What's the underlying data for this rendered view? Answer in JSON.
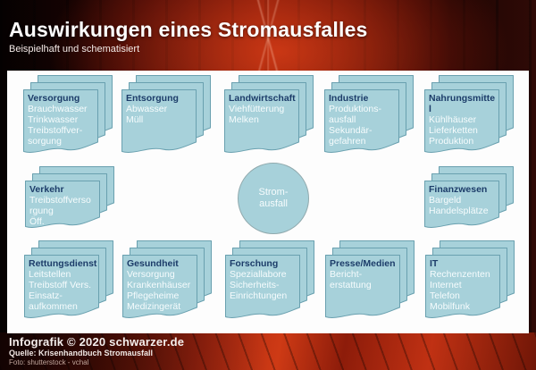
{
  "header": {
    "title": "Auswirkungen eines Stromausfalles",
    "subtitle": "Beispielhaft und schematisiert"
  },
  "center": {
    "line1": "Strom-",
    "line2": "ausfall"
  },
  "cards": [
    {
      "id": "versorgung",
      "title_lines": [
        "Versorgung"
      ],
      "lines": [
        "Brauchwasser",
        "Trinkwasser",
        "Treibstoffver-",
        "sorgung"
      ]
    },
    {
      "id": "entsorgung",
      "title_lines": [
        "Entsorgung"
      ],
      "lines": [
        "Abwasser",
        "Müll"
      ]
    },
    {
      "id": "landwirtschaft",
      "title_lines": [
        "Landwirtschaft"
      ],
      "lines": [
        "Viehfütterung",
        "Melken"
      ]
    },
    {
      "id": "industrie",
      "title_lines": [
        "Industrie"
      ],
      "lines": [
        "Produktions-",
        "ausfall",
        "Sekundär-",
        "gefahren"
      ]
    },
    {
      "id": "nahrungsmittel",
      "title_lines": [
        "Nahrungsmitte",
        "l"
      ],
      "lines": [
        "Kühlhäuser",
        "Lieferketten",
        "Produktion"
      ]
    },
    {
      "id": "verkehr",
      "title_lines": [
        "Verkehr"
      ],
      "lines": [
        "Treibstoffverso",
        "rgung",
        "Öff."
      ]
    },
    {
      "id": "finanzwesen",
      "title_lines": [
        "Finanzwesen"
      ],
      "lines": [
        "Bargeld",
        "Handelsplätze"
      ]
    },
    {
      "id": "rettungsdienst",
      "title_lines": [
        "Rettungsdienst"
      ],
      "lines": [
        "Leitstellen",
        "Treibstoff Vers.",
        "Einsatz-",
        "aufkommen"
      ]
    },
    {
      "id": "gesundheit",
      "title_lines": [
        "Gesundheit"
      ],
      "lines": [
        "Versorgung",
        "Krankenhäuser",
        "Pflegeheime",
        "Medizingerät"
      ]
    },
    {
      "id": "forschung",
      "title_lines": [
        "Forschung"
      ],
      "lines": [
        "Speziallabore",
        "Sicherheits-",
        "Einrichtungen"
      ]
    },
    {
      "id": "presse-medien",
      "title_lines": [
        "Presse/Medien"
      ],
      "lines": [
        "Bericht-",
        "erstattung"
      ]
    },
    {
      "id": "it",
      "title_lines": [
        "IT"
      ],
      "lines": [
        "Rechenzenten",
        "Internet",
        "Telefon",
        "Mobilfunk"
      ]
    }
  ],
  "footer": {
    "credit": "Infografik © 2020 schwarzer.de",
    "source": "Quelle: Krisenhandbuch Stromausfall",
    "photo": "Foto: shutterstock - vchal"
  },
  "colors": {
    "card_fill": "#a7d1da",
    "card_border": "#69a0af",
    "card_title_text": "#1c3c69",
    "card_body_text": "#f6fcfd",
    "background_red": "#871c0b",
    "panel": "#fdfdfd",
    "title_text": "#ffffff"
  }
}
